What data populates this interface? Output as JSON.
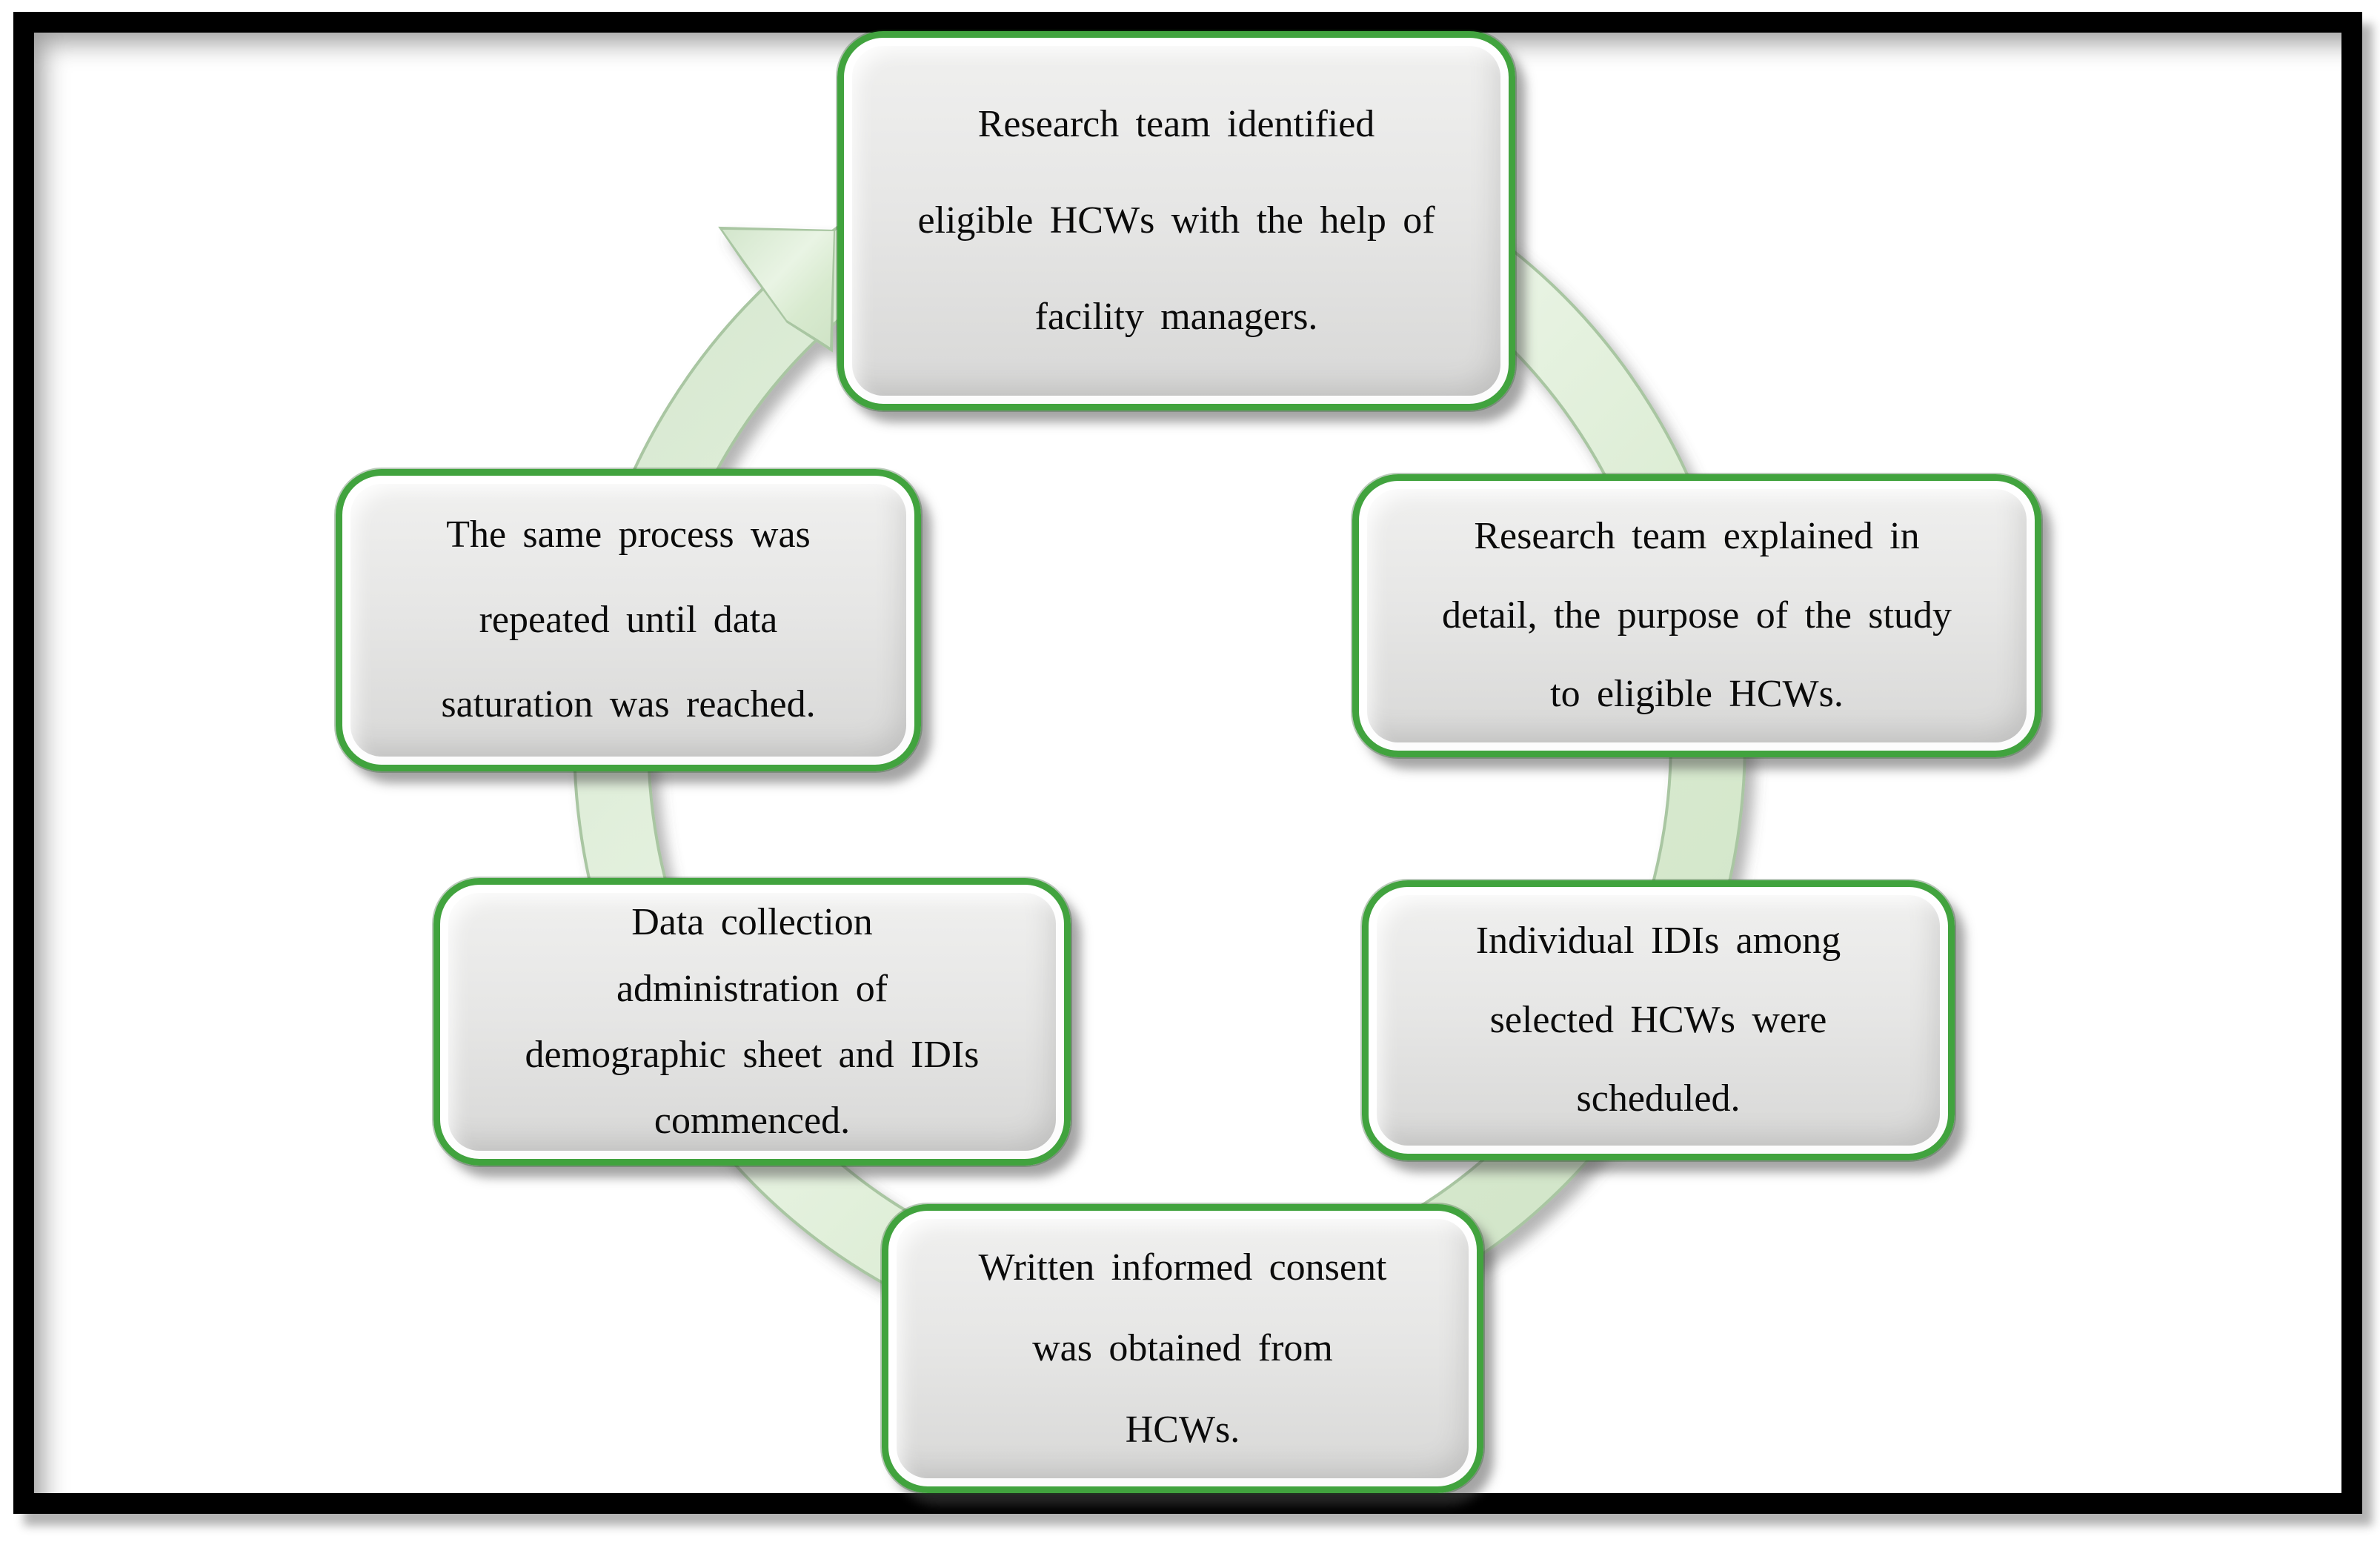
{
  "figure": {
    "type": "cycle-diagram",
    "arrow_icon": "clockwise-cycle-arrow",
    "steps": [
      {
        "id": "step-1",
        "position": "top",
        "text": "Research team identified\neligible HCWs with the help of\nfacility managers."
      },
      {
        "id": "step-2",
        "position": "right-upper",
        "text": "Research team explained in\ndetail, the purpose of the study\nto eligible HCWs."
      },
      {
        "id": "step-3",
        "position": "right-lower",
        "text": "Individual IDIs among\nselected HCWs were\nscheduled."
      },
      {
        "id": "step-4",
        "position": "bottom",
        "text": "Written informed consent\nwas obtained from\nHCWs."
      },
      {
        "id": "step-5",
        "position": "left-lower",
        "text": "Data collection\nadministration of\ndemographic sheet and IDIs\ncommenced."
      },
      {
        "id": "step-6",
        "position": "left-upper",
        "text": "The same process was\nrepeated until data\nsaturation was reached."
      }
    ],
    "colors": {
      "frame": "#000000",
      "box_border_green": "#41a33e",
      "box_fill_gray": "#e6e6e5",
      "arrow_band_green": "#dcecd6",
      "text": "#0b0b0b",
      "background": "#ffffff"
    }
  }
}
